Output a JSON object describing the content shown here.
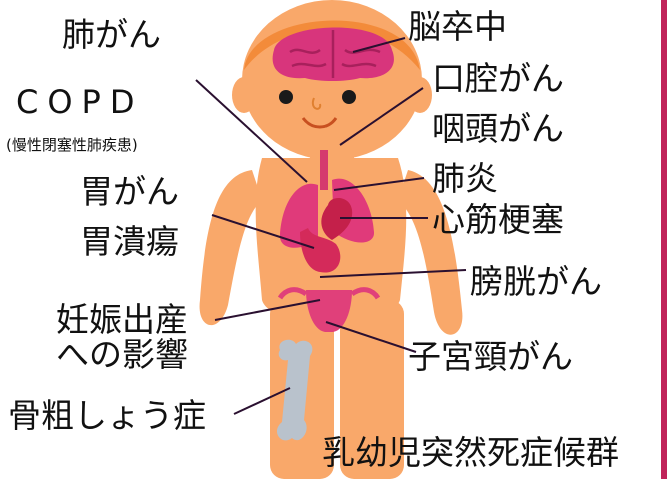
{
  "labels": {
    "lung_cancer": "肺がん",
    "copd": "COPD",
    "copd_full": "(慢性閉塞性肺疾患)",
    "stomach_cancer": "胃がん",
    "stomach_ulcer": "胃潰瘍",
    "pregnancy_line1": "妊娠出産",
    "pregnancy_line2": "への影響",
    "osteoporosis": "骨粗しょう症",
    "stroke": "脳卒中",
    "oral_cancer": "口腔がん",
    "pharyngeal_cancer": "咽頭がん",
    "pneumonia": "肺炎",
    "myocardial_infarction": "心筋梗塞",
    "bladder_cancer": "膀胱がん",
    "cervical_cancer": "子宮頸がん",
    "sids": "乳幼児突然死症候群"
  },
  "colors": {
    "skin": "#f9a86a",
    "skin_shadow": "#ee8a50",
    "hair": "#f38b3a",
    "brain": "#d8357c",
    "lungs": "#e03a7a",
    "heart": "#c4204a",
    "stomach": "#d42a5a",
    "uterus": "#e0407a",
    "bone": "#b9c2cc",
    "line": "#2a1030",
    "edge": "#c0245a"
  }
}
